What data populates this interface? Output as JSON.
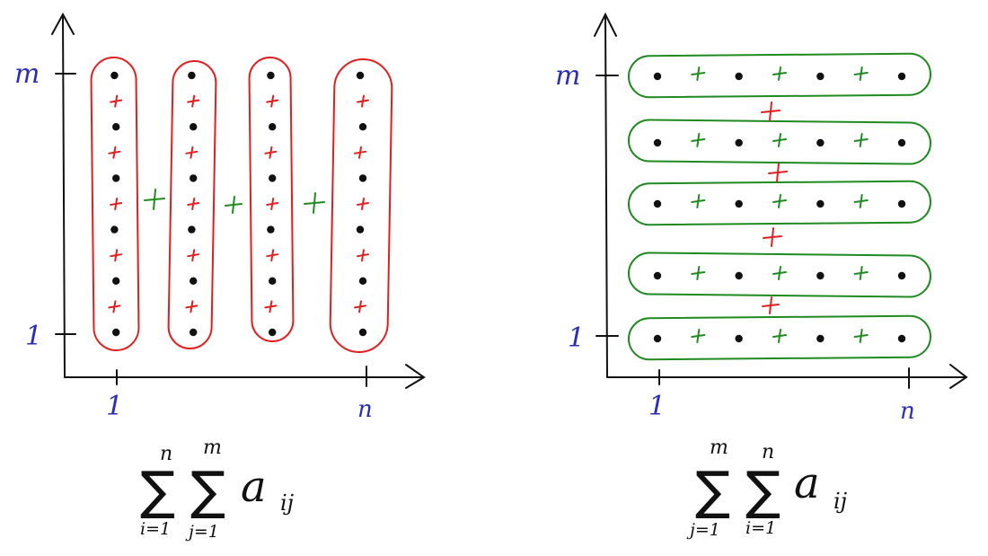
{
  "colors": {
    "ink": "#111111",
    "axis_label": "#2b2fb8",
    "red": "#e02020",
    "green": "#1f8a1f"
  },
  "left_panel": {
    "y_ticks": [
      "m",
      "1"
    ],
    "x_ticks": [
      "1",
      "n"
    ],
    "column_count": 4,
    "formula": {
      "outer": {
        "symbol": "∑",
        "upper": "n",
        "lower": "i=1"
      },
      "inner": {
        "symbol": "∑",
        "upper": "m",
        "lower": "j=1"
      },
      "term": "a",
      "term_sub": "ij"
    }
  },
  "right_panel": {
    "y_ticks": [
      "m",
      "1"
    ],
    "x_ticks": [
      "1",
      "n"
    ],
    "row_count": 5,
    "formula": {
      "outer": {
        "symbol": "∑",
        "upper": "m",
        "lower": "j=1"
      },
      "inner": {
        "symbol": "∑",
        "upper": "n",
        "lower": "i=1"
      },
      "term": "a",
      "term_sub": "ij"
    }
  }
}
